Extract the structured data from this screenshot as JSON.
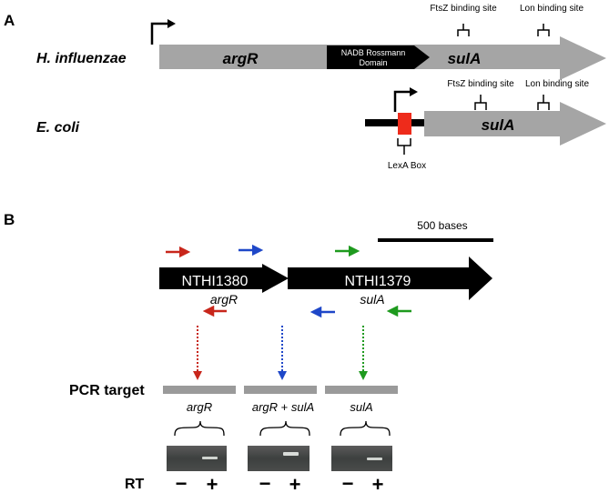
{
  "panel_a": {
    "label": "A",
    "hinfluenzae": {
      "organism": "H. influenzae",
      "argR_label": "argR",
      "domain_line1": "NADB Rossmann",
      "domain_line2": "Domain",
      "sulA_label": "sulA",
      "ftsz_label": "FtsZ binding site",
      "lon_label": "Lon binding site"
    },
    "ecoli": {
      "organism": "E. coli",
      "sulA_label": "sulA",
      "ftsz_label": "FtsZ binding site",
      "lon_label": "Lon binding site",
      "lexa_label": "LexA Box"
    }
  },
  "panel_b": {
    "label": "B",
    "scale_label": "500 bases",
    "gene1": {
      "id": "NTHI1380",
      "name": "argR"
    },
    "gene2": {
      "id": "NTHI1379",
      "name": "sulA"
    },
    "pcr_label": "PCR target",
    "targets": [
      {
        "label_a": "argR",
        "label_plus": "",
        "label_b": "",
        "color": "#c8261b"
      },
      {
        "label_a": "argR",
        "label_plus": " + ",
        "label_b": "sulA",
        "color": "#1e47c8"
      },
      {
        "label_a": "sulA",
        "label_plus": "",
        "label_b": "",
        "color": "#1e9a1e"
      }
    ],
    "rt_label": "RT",
    "minus": "−",
    "plus": "+"
  },
  "colors": {
    "gray_arrow": "#a5a5a5",
    "black": "#000000",
    "lexa_red": "#ee2b1b",
    "red": "#c8261b",
    "blue": "#1e47c8",
    "green": "#1e9a1e",
    "pcr_bar": "#9a9a9a"
  }
}
